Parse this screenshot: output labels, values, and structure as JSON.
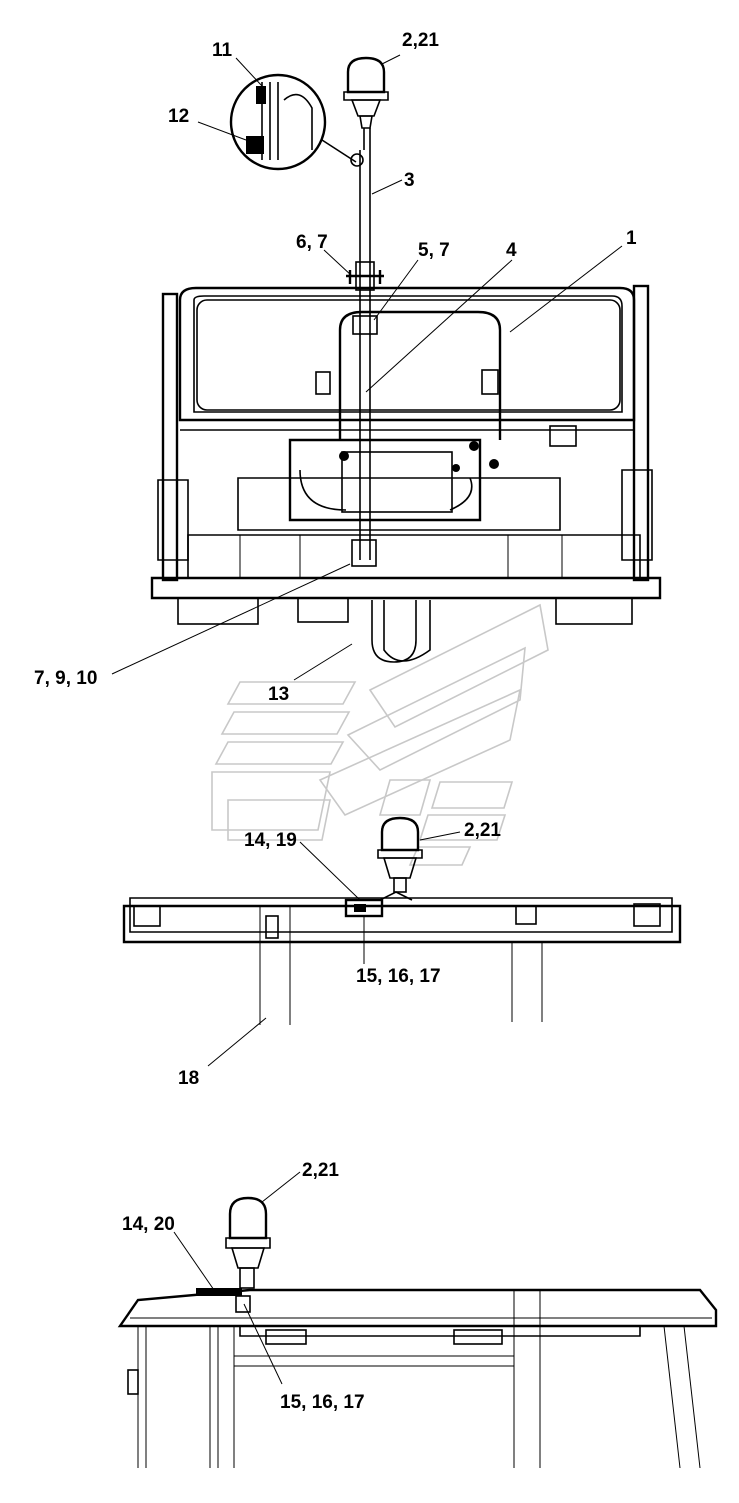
{
  "callouts": {
    "c1": "1",
    "c2_21_top": "2,21",
    "c3": "3",
    "c4": "4",
    "c5_7": "5, 7",
    "c6_7": "6, 7",
    "c7_9_10": "7, 9, 10",
    "c11": "11",
    "c12": "12",
    "c13": "13",
    "c14_19": "14, 19",
    "c2_21_mid": "2,21",
    "c15_16_17_mid": "15, 16, 17",
    "c18": "18",
    "c2_21_bot": "2,21",
    "c14_20": "14, 20",
    "c15_16_17_bot": "15, 16, 17"
  }
}
